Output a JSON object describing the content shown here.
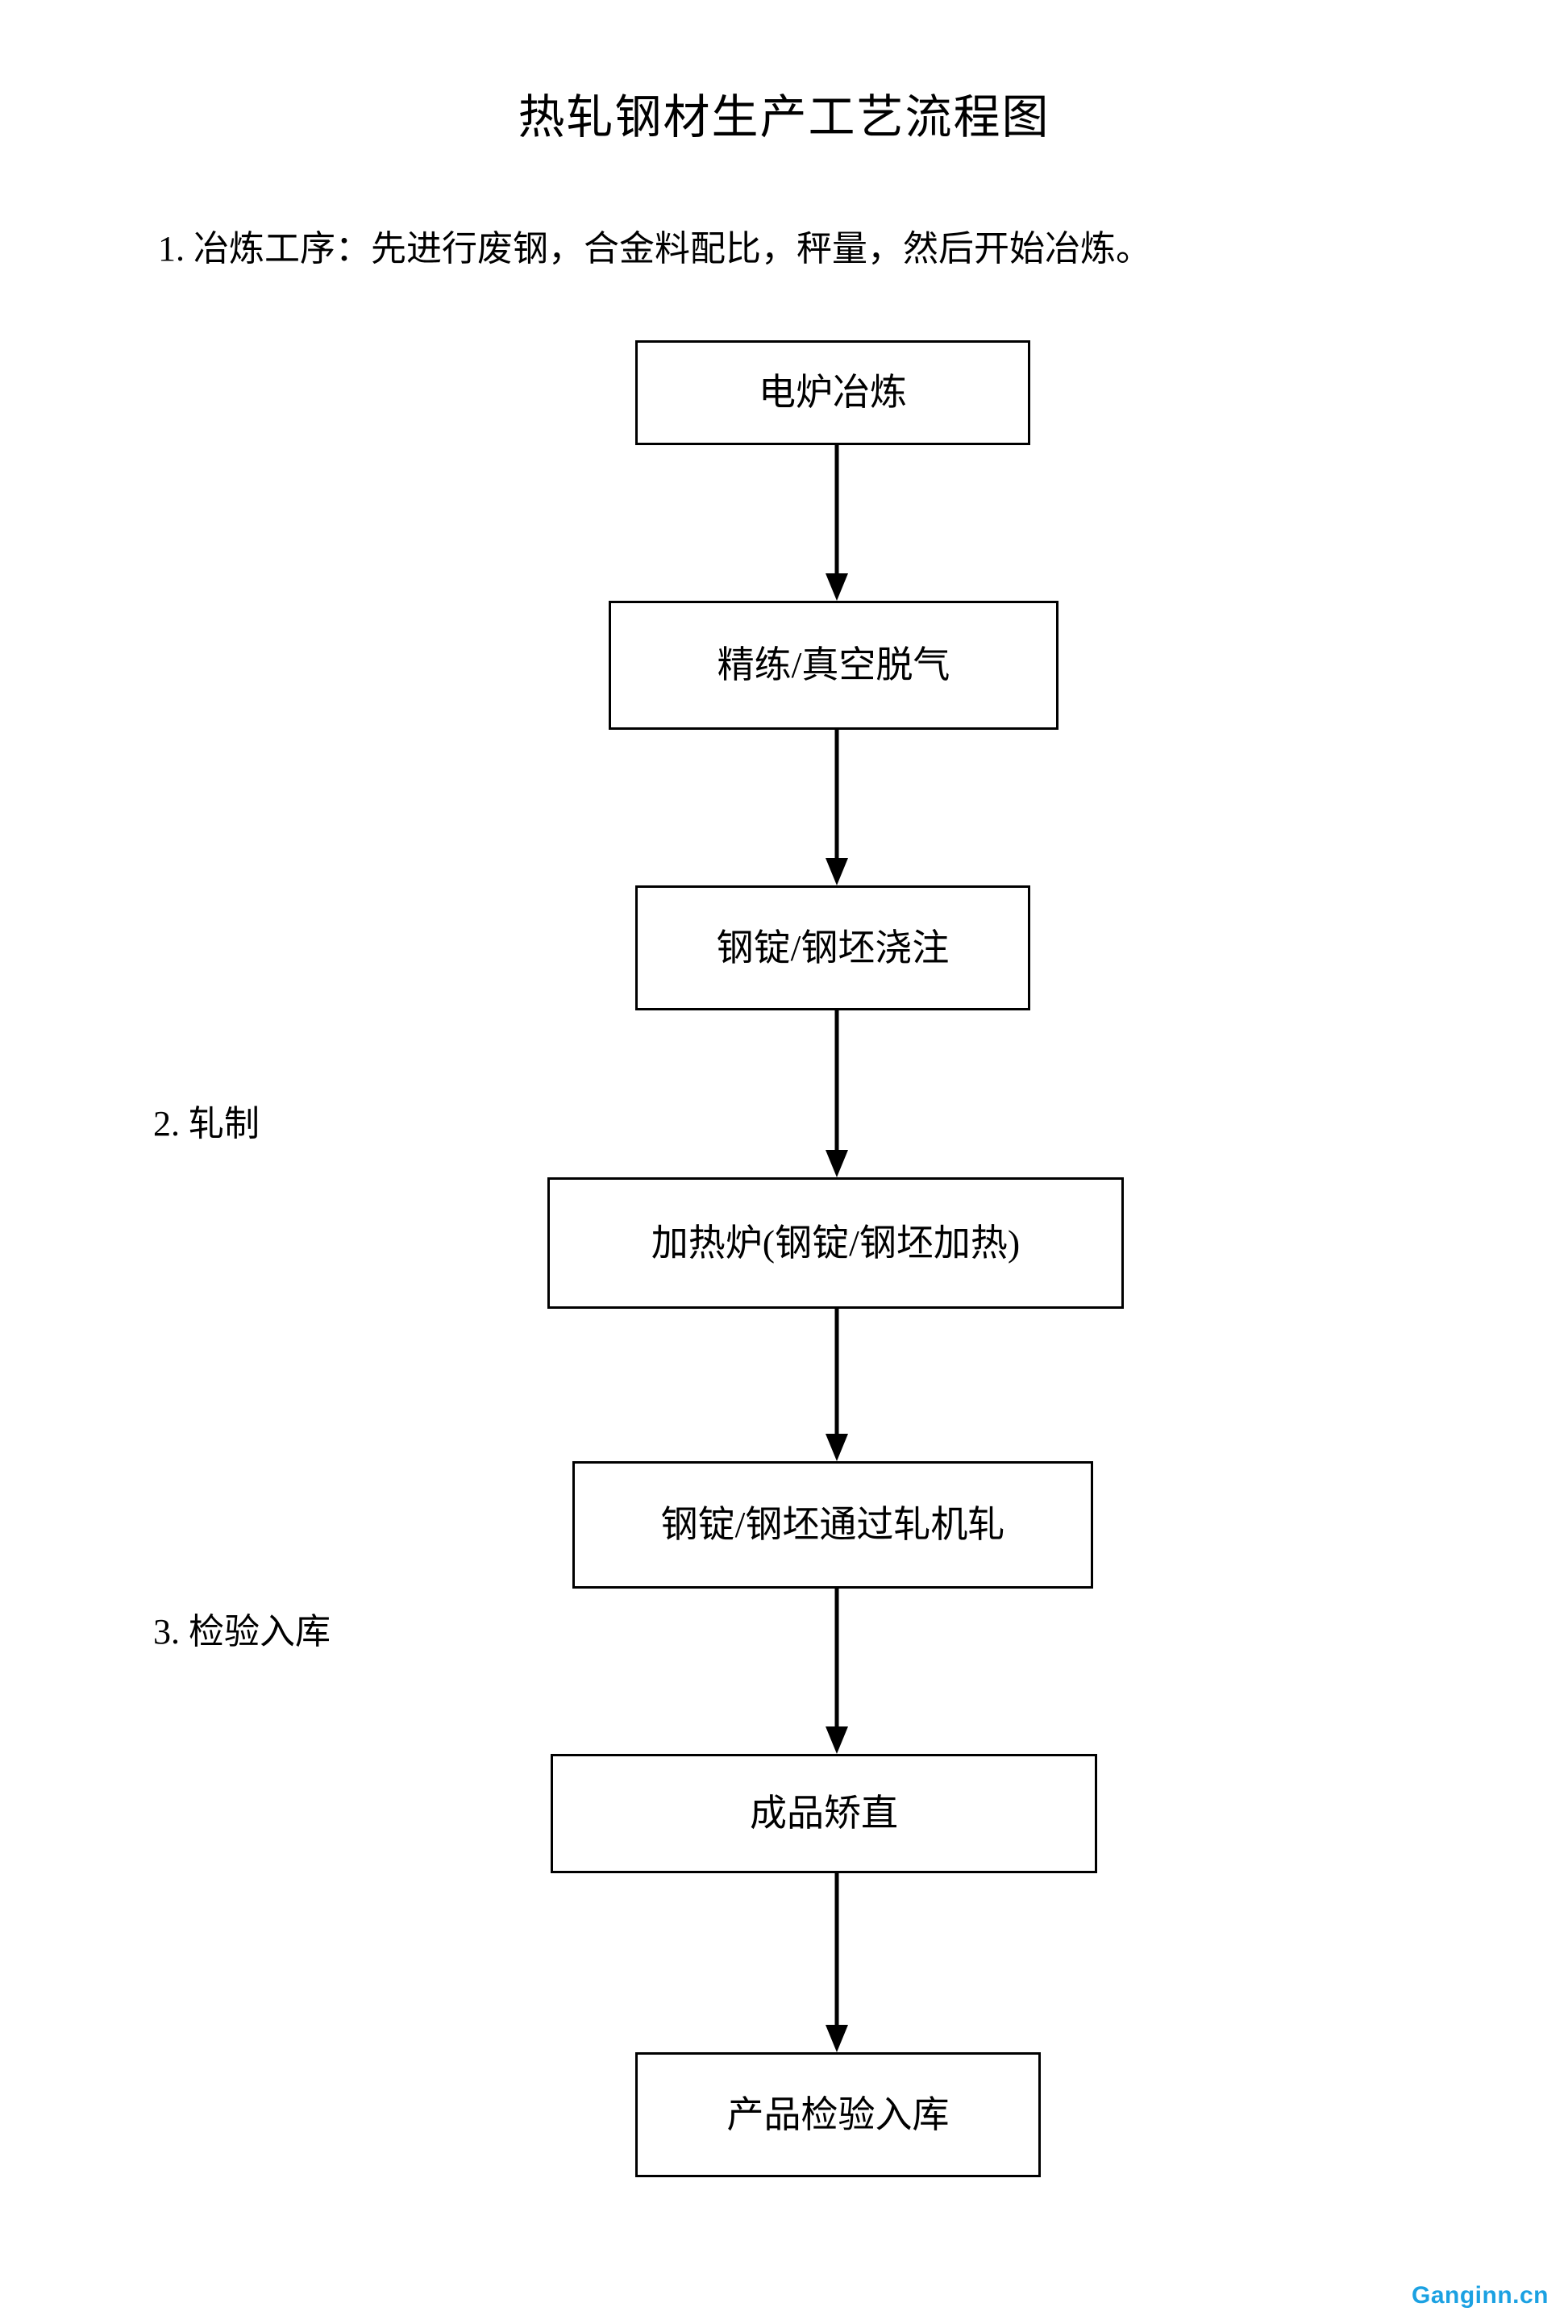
{
  "document": {
    "title": "热轧钢材生产工艺流程图",
    "watermark": "Ganginn.cn",
    "watermark_color": "#1ba1e2",
    "line_color": "#000000",
    "background_color": "#ffffff"
  },
  "captions": [
    {
      "number": "1.",
      "text": "冶炼工序：先进行废钢，合金料配比，秤量，然后开始冶炼。"
    },
    {
      "number": "2.",
      "text": "轧制"
    },
    {
      "number": "3.",
      "text": "检验入库"
    }
  ],
  "chart_data": {
    "type": "diagram",
    "diagram_kind": "flowchart",
    "orientation": "top-to-bottom",
    "title": "热轧钢材生产工艺流程图",
    "nodes": [
      {
        "id": "n1",
        "label": "电炉冶炼",
        "shape": "rect",
        "group": "冶炼工序"
      },
      {
        "id": "n2",
        "label": "精练/真空脱气",
        "shape": "rect",
        "group": "冶炼工序"
      },
      {
        "id": "n3",
        "label": "钢锭/钢坯浇注",
        "shape": "rect",
        "group": "冶炼工序"
      },
      {
        "id": "n4",
        "label": "加热炉(钢锭/钢坯加热)",
        "shape": "rect",
        "group": "轧制"
      },
      {
        "id": "n5",
        "label": "钢锭/钢坯通过轧机轧",
        "shape": "rect",
        "group": "轧制"
      },
      {
        "id": "n6",
        "label": "成品矫直",
        "shape": "rect",
        "group": "检验入库"
      },
      {
        "id": "n7",
        "label": "产品检验入库",
        "shape": "rect",
        "group": "检验入库"
      }
    ],
    "edges": [
      {
        "from": "n1",
        "to": "n2",
        "style": "solid-arrow",
        "label": ""
      },
      {
        "from": "n2",
        "to": "n3",
        "style": "solid-arrow",
        "label": ""
      },
      {
        "from": "n3",
        "to": "n4",
        "style": "solid-arrow",
        "label": ""
      },
      {
        "from": "n4",
        "to": "n5",
        "style": "solid-arrow",
        "label": ""
      },
      {
        "from": "n5",
        "to": "n6",
        "style": "solid-arrow",
        "label": ""
      },
      {
        "from": "n6",
        "to": "n7",
        "style": "solid-arrow",
        "label": ""
      }
    ]
  }
}
